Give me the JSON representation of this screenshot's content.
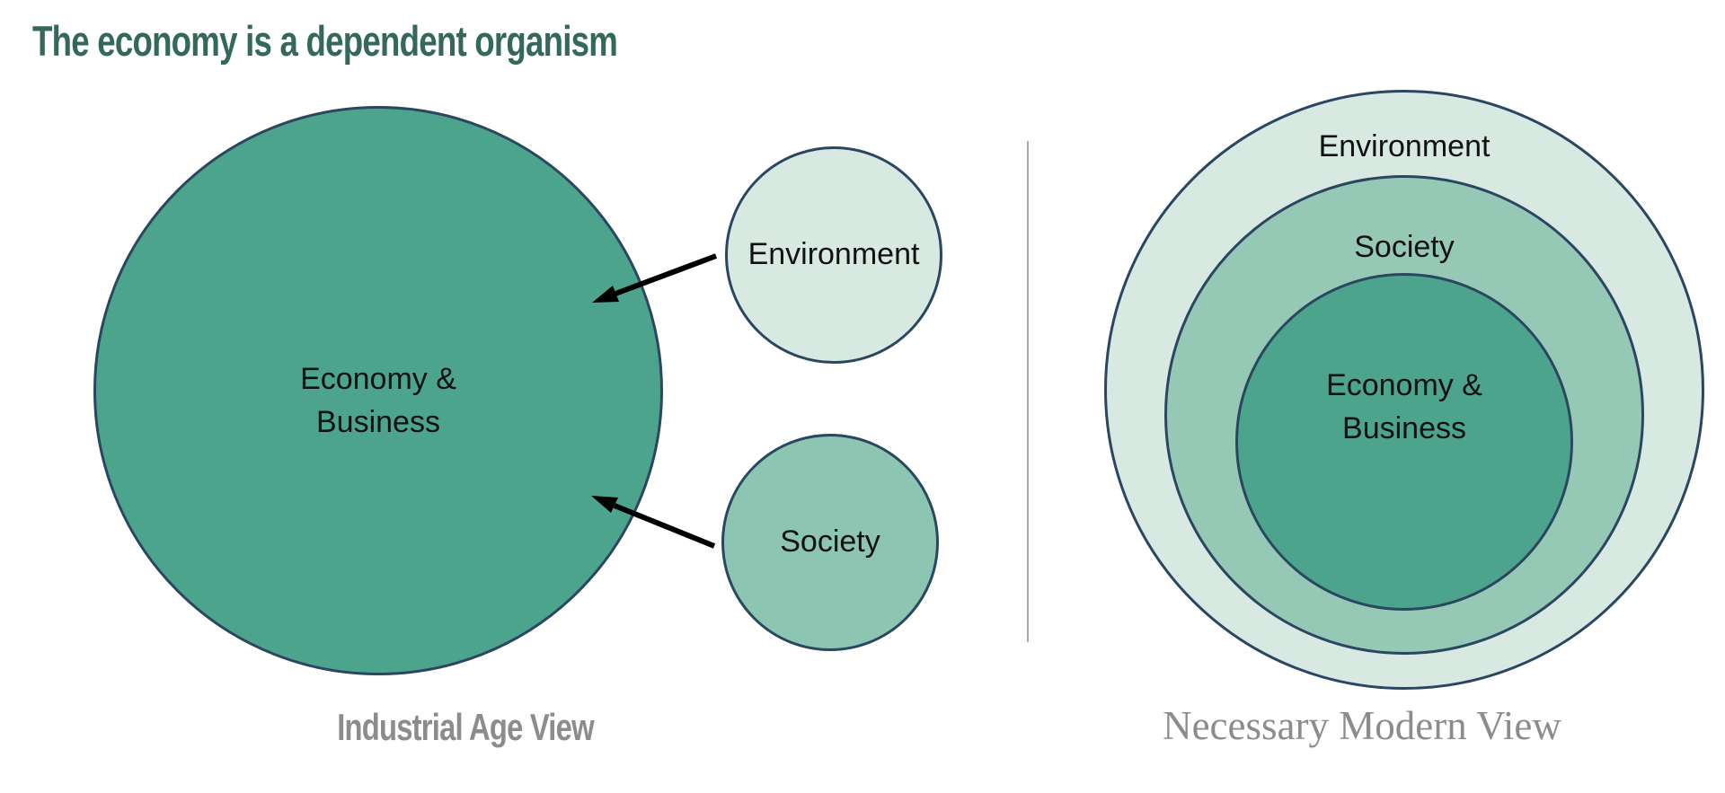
{
  "title": "The economy is a dependent organism",
  "left_diagram": {
    "caption": "Industrial Age View",
    "economy_circle": {
      "label": "Economy &\nBusiness",
      "fill": "#4DA48C"
    },
    "environment_circle": {
      "label": "Environment",
      "fill": "#D8E9E2"
    },
    "society_circle": {
      "label": "Society",
      "fill": "#8CC5B1"
    }
  },
  "right_diagram": {
    "caption": "Necessary Modern View",
    "environment_ring": {
      "label": "Environment",
      "fill": "#D8E9E2"
    },
    "society_ring": {
      "label": "Society",
      "fill": "#96C9B5"
    },
    "economy_core": {
      "label": "Economy &\nBusiness",
      "fill": "#4DA48C"
    }
  },
  "colors": {
    "title": "#33685A",
    "circle_border": "#2A4660",
    "caption": "#8C8C8C",
    "arrow": "#000000",
    "divider": "#A8A8A8"
  }
}
